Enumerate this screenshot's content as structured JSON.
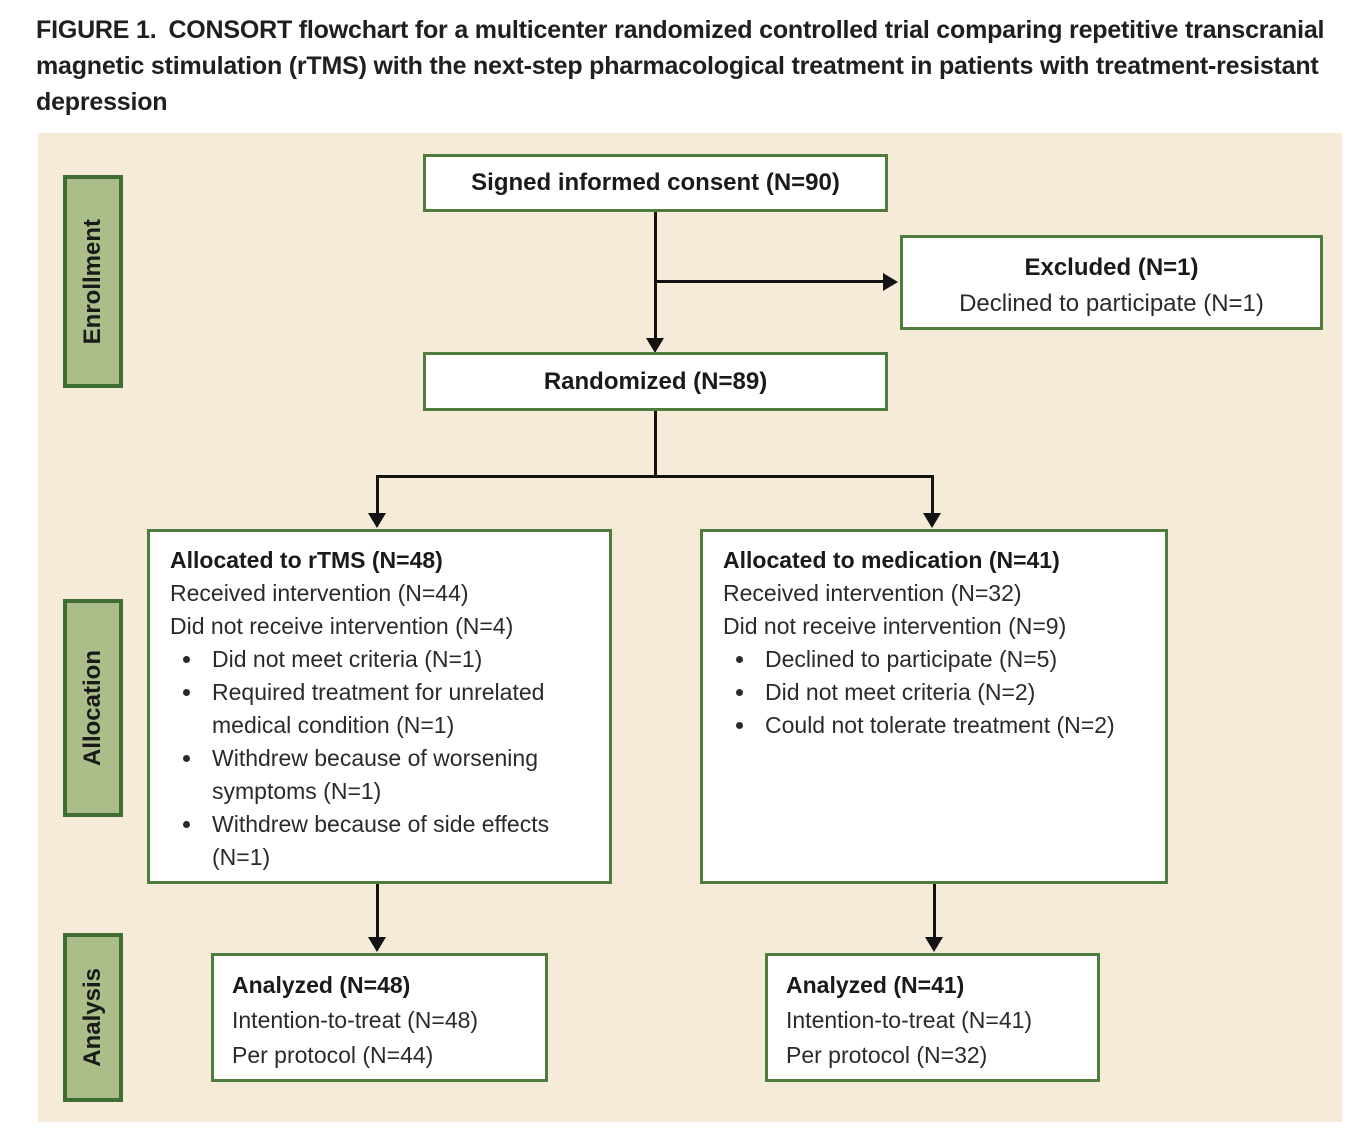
{
  "figure": {
    "label": "FIGURE 1.",
    "title": "CONSORT flowchart for a multicenter randomized controlled trial comparing repetitive transcranial magnetic stimulation (rTMS) with the next-step pharmacological treatment in patients with treatment-resistant depression"
  },
  "colors": {
    "chart_background": "#f5ebd8",
    "box_border_green": "#4e7c3c",
    "stage_fill_green": "#abbe89",
    "stage_border_green": "#3f6e35",
    "arrow_black": "#121212",
    "text_black": "#1c1a18"
  },
  "stages": [
    {
      "label": "Enrollment"
    },
    {
      "label": "Allocation"
    },
    {
      "label": "Analysis"
    }
  ],
  "nodes": {
    "consent": {
      "title": "Signed informed consent (N=90)"
    },
    "excluded": {
      "title": "Excluded (N=1)",
      "lines": [
        "Declined to participate (N=1)"
      ]
    },
    "randomized": {
      "title": "Randomized (N=89)"
    },
    "alloc_rtms": {
      "title": "Allocated to rTMS (N=48)",
      "lines": [
        "Received intervention (N=44)",
        "Did not receive intervention (N=4)"
      ],
      "bullets": [
        "Did not meet criteria (N=1)",
        "Required treatment for unrelated medical condition (N=1)",
        "Withdrew because of worsening symptoms (N=1)",
        "Withdrew because of side effects (N=1)"
      ]
    },
    "alloc_med": {
      "title": "Allocated to medication (N=41)",
      "lines": [
        "Received intervention (N=32)",
        "Did not receive intervention (N=9)"
      ],
      "bullets": [
        "Declined to participate (N=5)",
        "Did not meet criteria (N=2)",
        "Could not tolerate treatment (N=2)"
      ]
    },
    "analyzed_rtms": {
      "title": "Analyzed (N=48)",
      "lines": [
        "Intention-to-treat (N=48)",
        "Per protocol (N=44)"
      ]
    },
    "analyzed_med": {
      "title": "Analyzed (N=41)",
      "lines": [
        "Intention-to-treat (N=41)",
        "Per protocol (N=32)"
      ]
    }
  }
}
